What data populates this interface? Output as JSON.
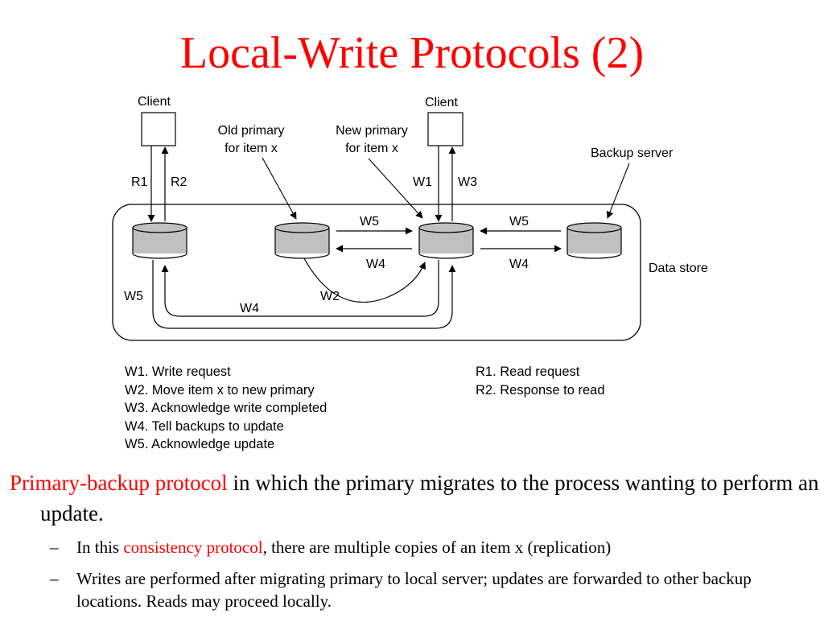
{
  "title": "Local-Write Protocols (2)",
  "diagram": {
    "client_left": "Client",
    "client_right": "Client",
    "old_primary_line1": "Old primary",
    "old_primary_line2": "for item x",
    "new_primary_line1": "New primary",
    "new_primary_line2": "for item x",
    "backup_server": "Backup server",
    "data_store": "Data store",
    "r1": "R1",
    "r2": "R2",
    "w1": "W1",
    "w3": "W3",
    "w5_top_left": "W5",
    "w4_mid_left": "W4",
    "w5_top_right": "W5",
    "w4_mid_right": "W4",
    "w5_left": "W5",
    "w4_bottom": "W4",
    "w2": "W2"
  },
  "legend": {
    "left": [
      "W1. Write request",
      "W2. Move item x to new primary",
      "W3. Acknowledge write completed",
      "W4. Tell backups to update",
      "W5. Acknowledge update"
    ],
    "right": [
      "R1. Read request",
      "R2. Response to read"
    ]
  },
  "bullet": {
    "highlight": "Primary-backup protocol",
    "rest": " in which the primary migrates to the process wanting to perform an update."
  },
  "sub_bullets": {
    "dash": "–",
    "s1_prefix": "In this ",
    "s1_highlight": "consistency protocol",
    "s1_rest": ", there are multiple copies of an item x (replication)",
    "s2": "Writes are performed after migrating primary to local server; updates are forwarded to other backup locations. Reads may proceed locally."
  },
  "colors": {
    "title": "#ff0000",
    "highlight": "#ff0000",
    "cylinder": "#c0c0c0"
  }
}
